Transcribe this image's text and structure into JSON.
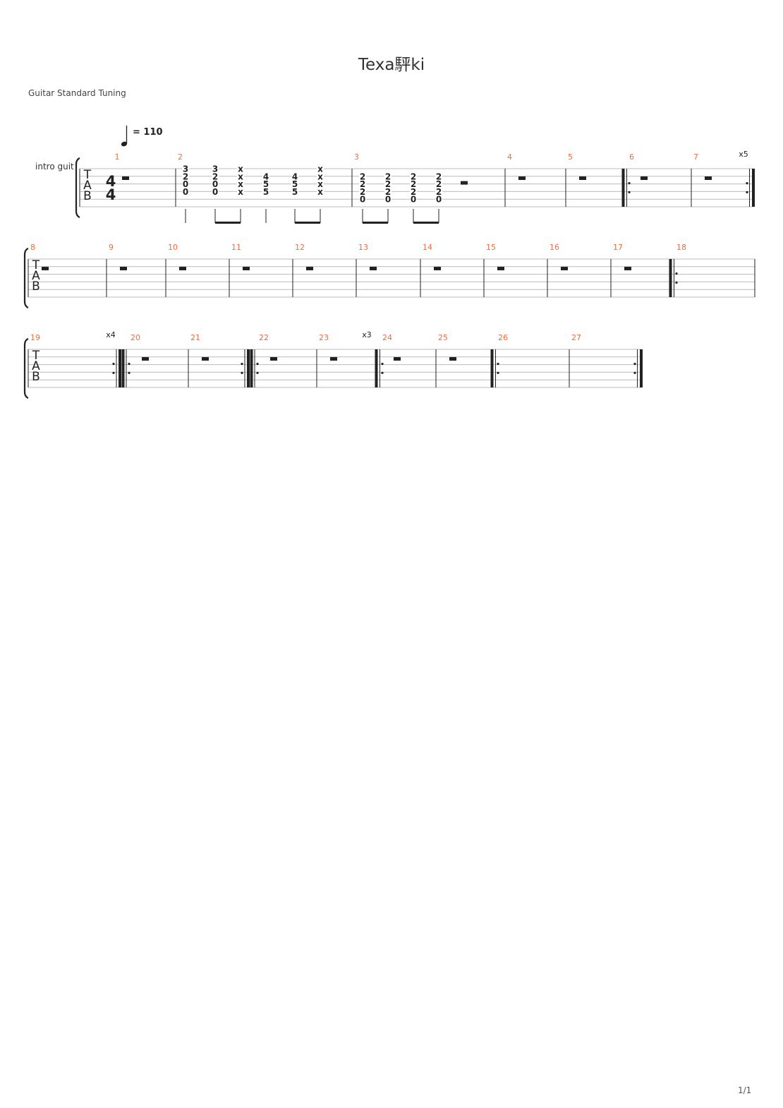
{
  "title": "Texa駍ki",
  "tuning": "Guitar Standard Tuning",
  "tempo": {
    "value": "= 110"
  },
  "track": {
    "name": "intro guit"
  },
  "tab_clef": [
    "T",
    "A",
    "B"
  ],
  "time_signature": [
    "4",
    "4"
  ],
  "page_number": "1/1",
  "colors": {
    "measure_number": "#f26b3a",
    "ink": "#222222",
    "staff_line": "#bbbbbb"
  },
  "systems": [
    {
      "measures": [
        {
          "number": "1",
          "rest": true
        },
        {
          "number": "2",
          "rest": false
        },
        {
          "number": "3",
          "rest": false
        },
        {
          "number": "4",
          "rest": true
        },
        {
          "number": "5",
          "rest": true
        },
        {
          "number": "6",
          "rest": true
        },
        {
          "number": "7",
          "rest": true
        }
      ],
      "repeat_counts": [
        "x5"
      ]
    },
    {
      "measures": [
        {
          "number": "8",
          "rest": true
        },
        {
          "number": "9",
          "rest": true
        },
        {
          "number": "10",
          "rest": true
        },
        {
          "number": "11",
          "rest": true
        },
        {
          "number": "12",
          "rest": true
        },
        {
          "number": "13",
          "rest": true
        },
        {
          "number": "14",
          "rest": true
        },
        {
          "number": "15",
          "rest": true
        },
        {
          "number": "16",
          "rest": true
        },
        {
          "number": "17",
          "rest": true
        },
        {
          "number": "18",
          "rest": false
        }
      ],
      "repeat_counts": []
    },
    {
      "measures": [
        {
          "number": "19",
          "rest": false
        },
        {
          "number": "20",
          "rest": true
        },
        {
          "number": "21",
          "rest": true
        },
        {
          "number": "22",
          "rest": true
        },
        {
          "number": "23",
          "rest": true
        },
        {
          "number": "24",
          "rest": true
        },
        {
          "number": "25",
          "rest": true
        },
        {
          "number": "26",
          "rest": false
        },
        {
          "number": "27",
          "rest": false
        }
      ],
      "repeat_counts": [
        "x4",
        "x3"
      ]
    }
  ],
  "chords": [
    {
      "measure": "2",
      "frets": [
        "3",
        "2",
        "0",
        "0"
      ]
    },
    {
      "measure": "2",
      "frets": [
        "3",
        "2",
        "0",
        "0"
      ]
    },
    {
      "measure": "2",
      "frets": [
        "x",
        "x",
        "x",
        "x"
      ]
    },
    {
      "measure": "2",
      "frets": [
        "4",
        "5",
        "5"
      ]
    },
    {
      "measure": "2",
      "frets": [
        "4",
        "5",
        "5"
      ]
    },
    {
      "measure": "2",
      "frets": [
        "x",
        "x",
        "x",
        "x"
      ]
    },
    {
      "measure": "3",
      "frets": [
        "2",
        "2",
        "2",
        "0"
      ]
    },
    {
      "measure": "3",
      "frets": [
        "2",
        "2",
        "2",
        "0"
      ]
    },
    {
      "measure": "3",
      "frets": [
        "2",
        "2",
        "2",
        "0"
      ]
    },
    {
      "measure": "3",
      "frets": [
        "2",
        "2",
        "2",
        "0"
      ]
    }
  ]
}
